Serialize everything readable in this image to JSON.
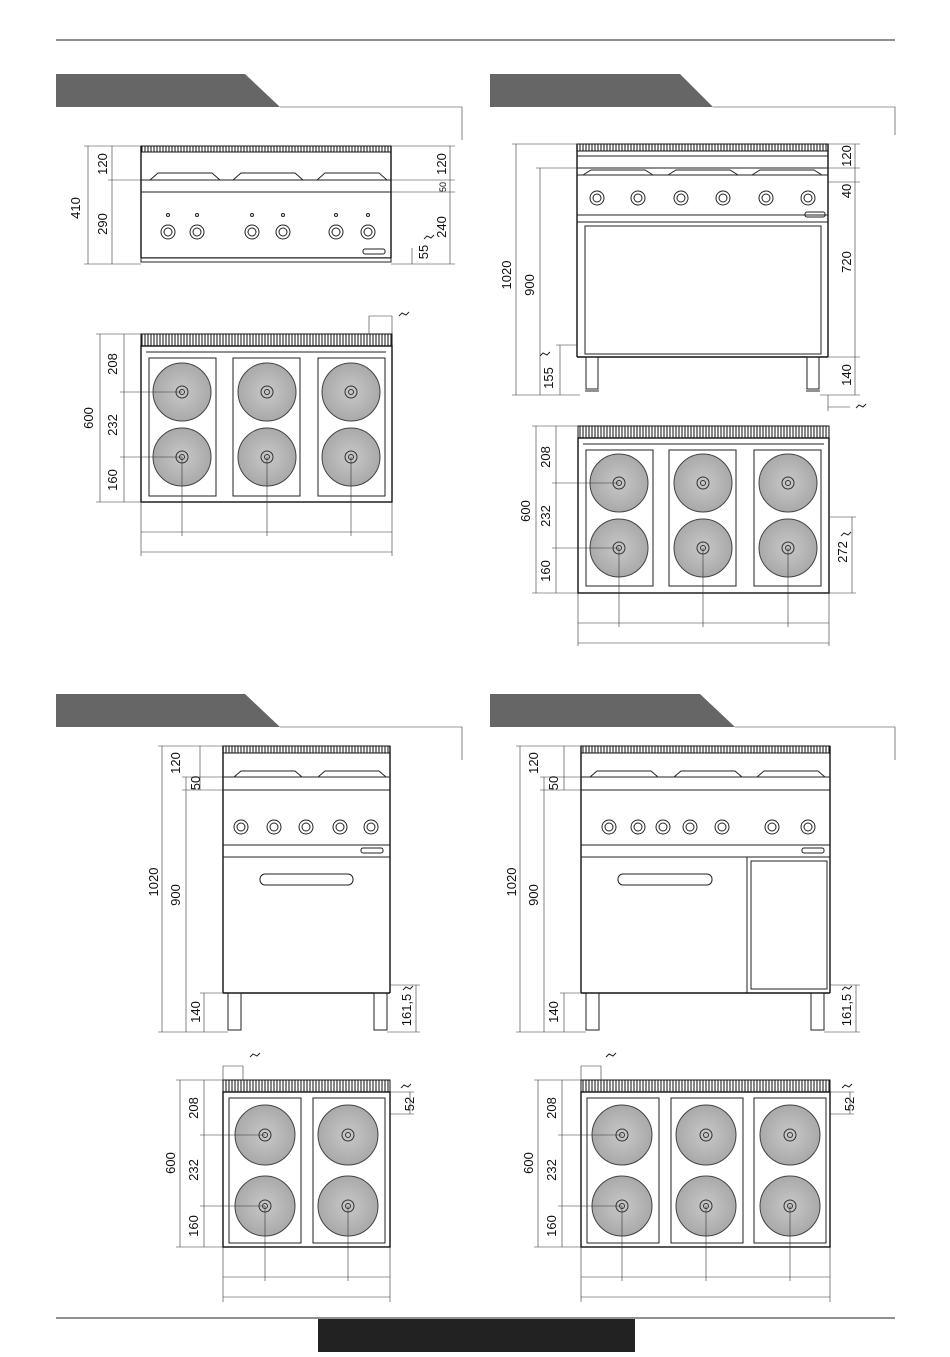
{
  "colors": {
    "tab": "#666666",
    "line": "#222222",
    "hob": "#b8b8b8",
    "hob_edge": "#444444",
    "footer_bar": "#222222"
  },
  "panel_a": {
    "front_dims": {
      "total": "410",
      "top": "120",
      "body": "290",
      "top_r": "120",
      "gap_r": "50",
      "body_r": "240",
      "feet_r": "55"
    },
    "plan_dims": {
      "depth": "600",
      "d1": "208",
      "d2": "232",
      "d3": "160"
    }
  },
  "panel_b": {
    "front_dims": {
      "total": "1020",
      "work": "900",
      "feet_l": "155",
      "top_r": "120",
      "gap_r": "40",
      "body_r": "720",
      "feet_r": "140"
    },
    "plan_dims": {
      "depth": "600",
      "d1": "208",
      "d2": "232",
      "d3": "160",
      "side_r": "272"
    }
  },
  "panel_c": {
    "front_dims": {
      "total": "1020",
      "work": "900",
      "top": "120",
      "gap": "50",
      "feet": "140",
      "feet_r": "161,5"
    },
    "plan_dims": {
      "depth": "600",
      "d1": "208",
      "d2": "232",
      "d3": "160",
      "back_r": "52"
    }
  },
  "panel_d": {
    "front_dims": {
      "total": "1020",
      "work": "900",
      "top": "120",
      "gap": "50",
      "feet": "140",
      "feet_r": "161,5"
    },
    "plan_dims": {
      "depth": "600",
      "d1": "208",
      "d2": "232",
      "d3": "160",
      "back_r": "52"
    }
  }
}
